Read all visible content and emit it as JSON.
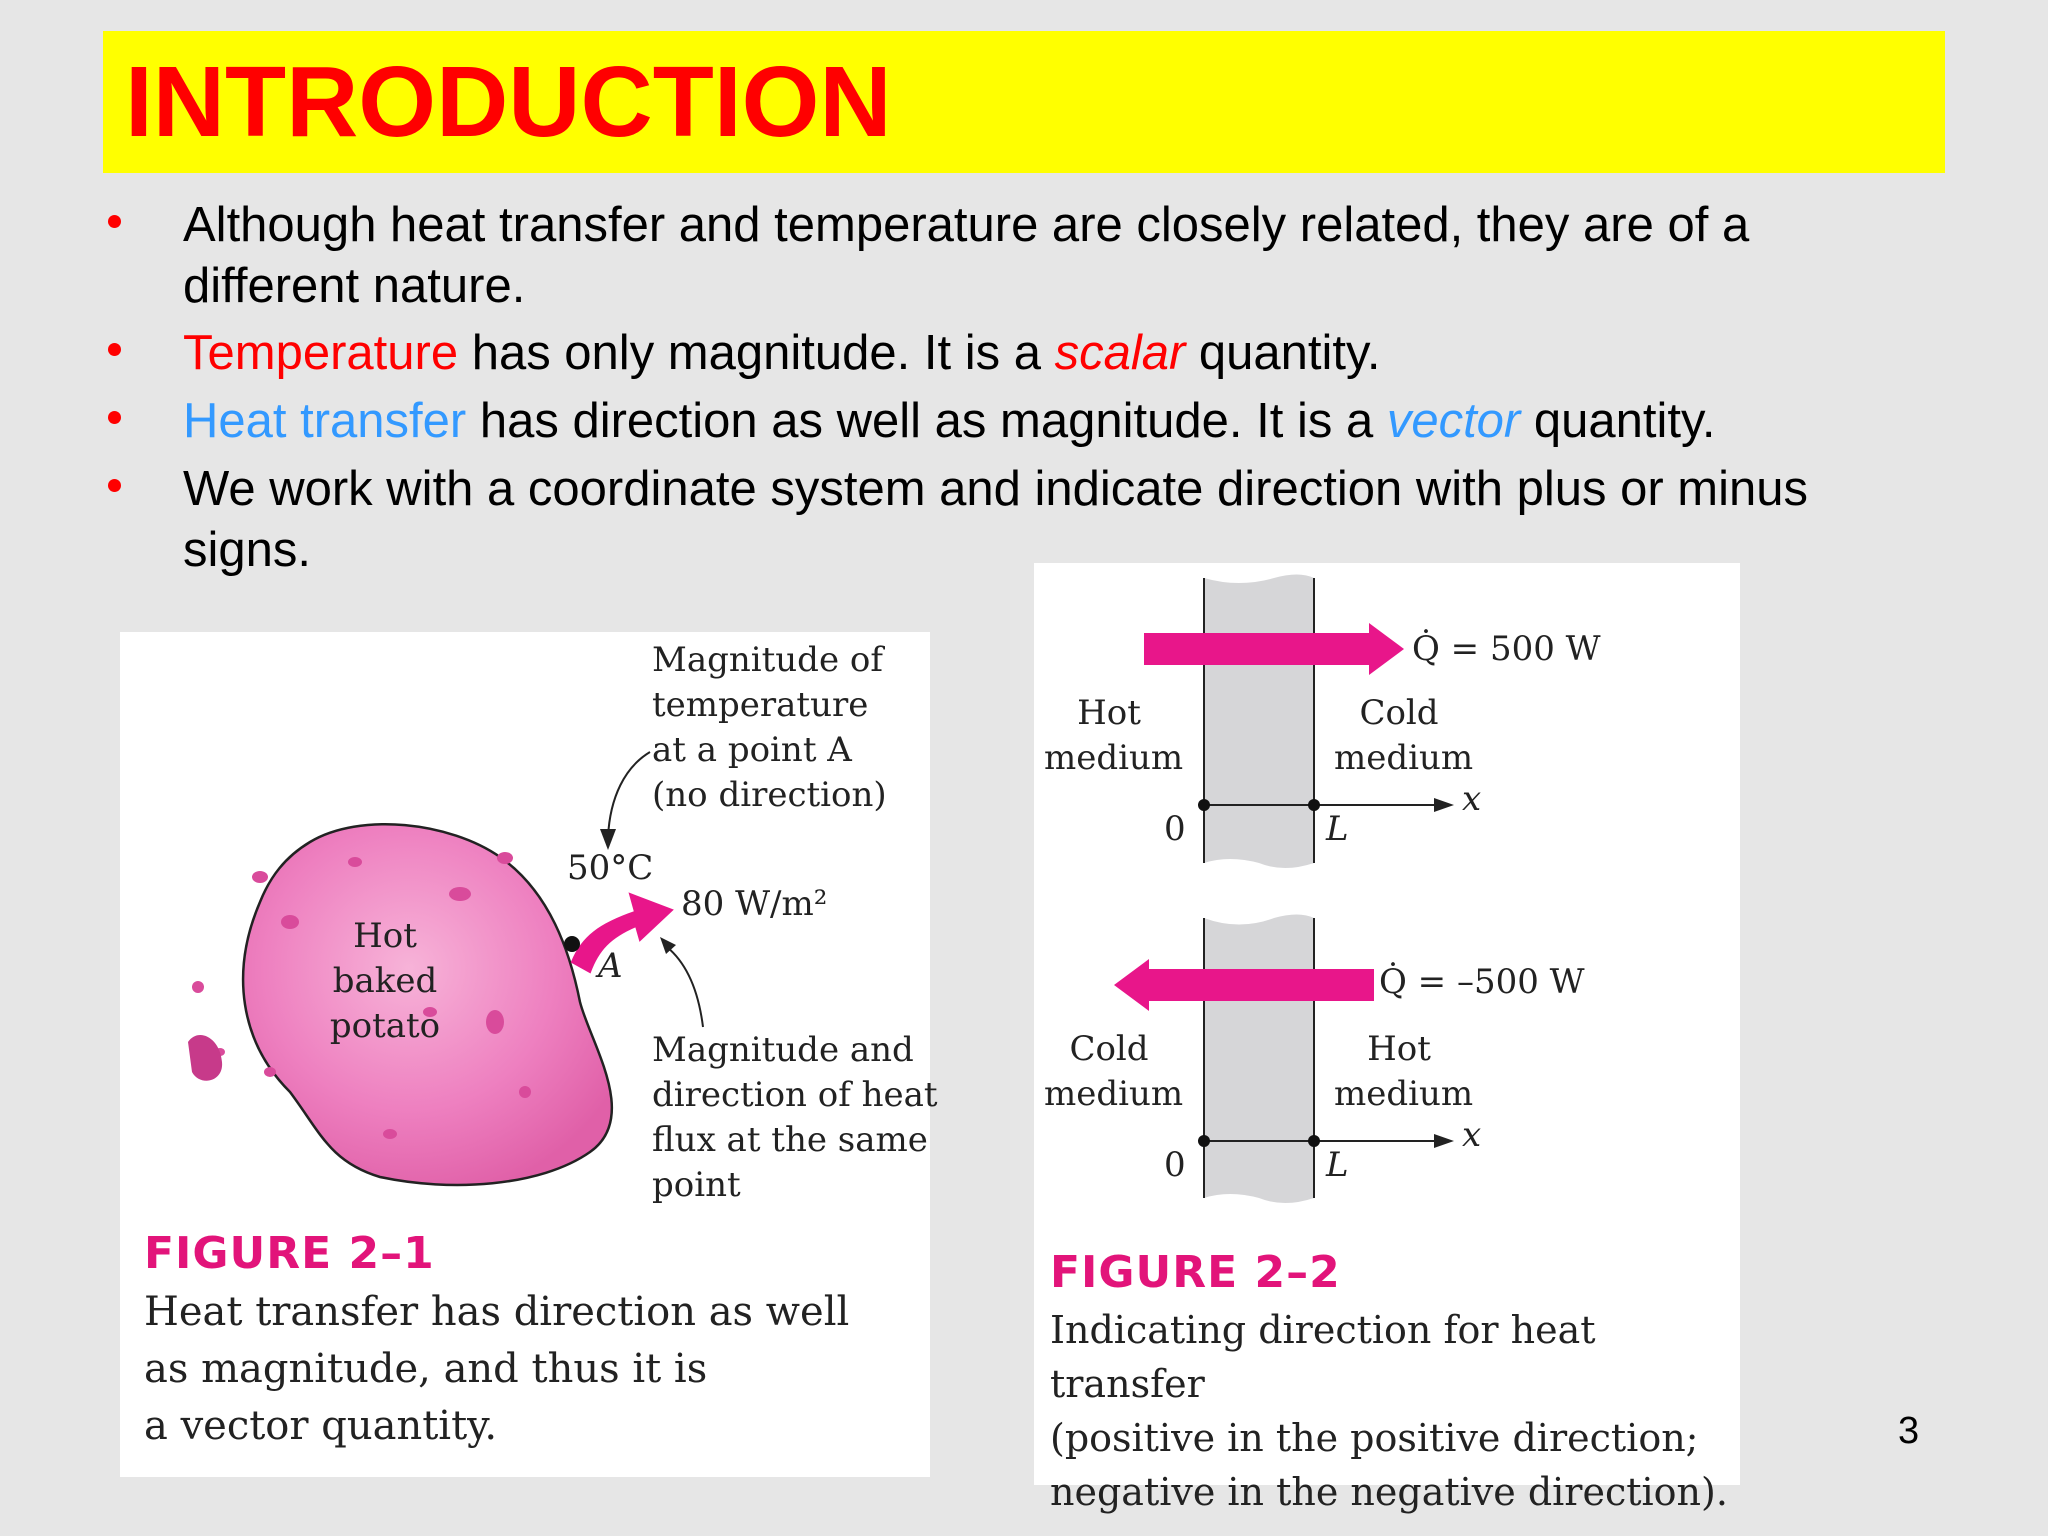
{
  "title": "INTRODUCTION",
  "bullets": [
    {
      "lines": [
        "Although heat transfer and temperature are closely related, they are of a",
        "different nature."
      ]
    },
    {
      "term": "Temperature",
      "middle": " has only magnitude. It is a ",
      "emph": "scalar",
      "end": " quantity."
    },
    {
      "term": "Heat transfer",
      "middle": " has direction as well as magnitude. It is a ",
      "emph": "vector",
      "end": " quantity."
    },
    {
      "lines": [
        "We work with a coordinate system and indicate direction with plus or minus",
        "signs."
      ]
    }
  ],
  "figure1": {
    "potato_label": [
      "Hot",
      "baked",
      "potato"
    ],
    "temp_callout": [
      "Magnitude of",
      "temperature",
      "at a point A",
      "(no direction)"
    ],
    "temp_value": "50°C",
    "flux_value": "80 W/m²",
    "point_label": "A",
    "flux_callout": [
      "Magnitude and",
      "direction of heat",
      "flux at the same",
      "point"
    ],
    "caption_title": "FIGURE 2–1",
    "caption_lines": [
      "Heat transfer has direction as well",
      "as magnitude, and thus it is",
      "a vector quantity."
    ]
  },
  "figure2": {
    "top": {
      "q_label": "Q̇ = 500 W",
      "left_medium": [
        "Hot",
        "medium"
      ],
      "right_medium": [
        "Cold",
        "medium"
      ]
    },
    "bottom": {
      "q_label": "Q̇ = –500 W",
      "left_medium": [
        "Cold",
        "medium"
      ],
      "right_medium": [
        "Hot",
        "medium"
      ]
    },
    "axis_origin": "0",
    "axis_end": "L",
    "axis_var": "x",
    "caption_title": "FIGURE 2–2",
    "caption_lines": [
      "Indicating direction for heat transfer",
      "(positive in the positive direction;",
      "negative in the negative direction)."
    ]
  },
  "page_number": "3",
  "colors": {
    "title_bg": "#ffff00",
    "title_text": "#ff0000",
    "accent_blue": "#3399ff",
    "arrow_magenta": "#e8168a",
    "potato_pink": "#ee80c0"
  }
}
